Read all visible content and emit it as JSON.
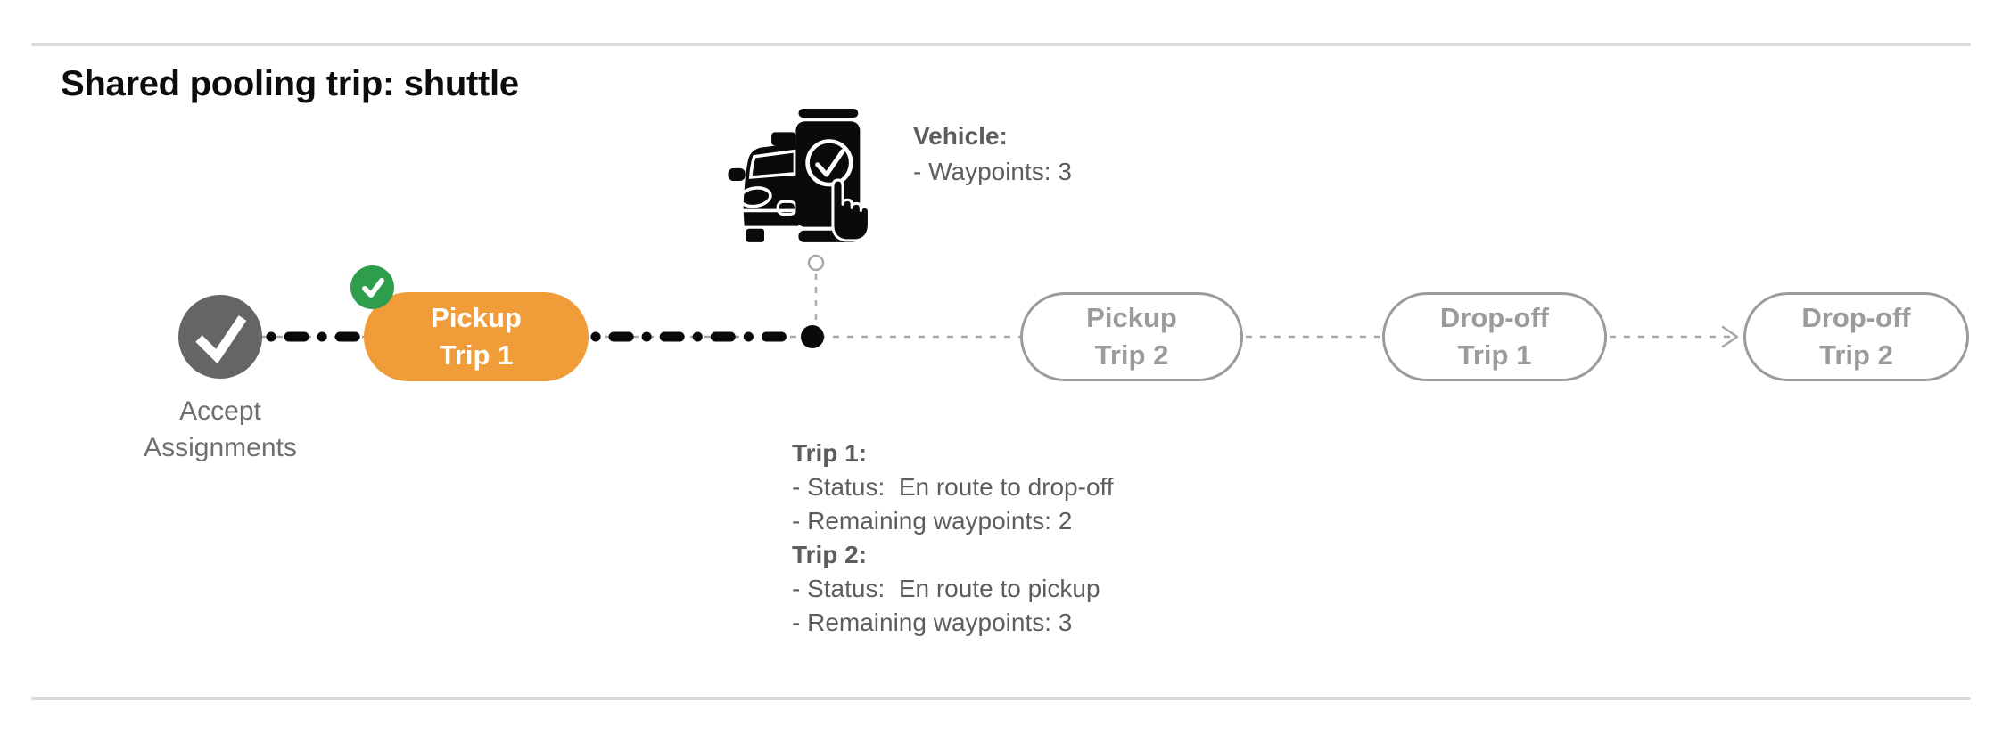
{
  "header": {
    "title": "Shared pooling trip: shuttle"
  },
  "colors": {
    "accent_orange": "#F09C38",
    "success_green": "#2E9E4D",
    "node_gray": "#656565",
    "pill_border_gray": "#9B9B9B",
    "text_gray": "#5B5D5F",
    "label_gray": "#6F6F6F",
    "connector_gray": "#A8A8A8",
    "line_black": "#0A0A0A"
  },
  "timeline": {
    "accept": {
      "label_line1": "Accept",
      "label_line2": "Assignments"
    },
    "stops": [
      {
        "id": "pickup-trip-1",
        "line1": "Pickup",
        "line2": "Trip 1",
        "state": "completed-active"
      },
      {
        "id": "pickup-trip-2",
        "line1": "Pickup",
        "line2": "Trip 2",
        "state": "pending"
      },
      {
        "id": "dropoff-trip-1",
        "line1": "Drop-off",
        "line2": "Trip 1",
        "state": "pending"
      },
      {
        "id": "dropoff-trip-2",
        "line1": "Drop-off",
        "line2": "Trip 2",
        "state": "pending"
      }
    ],
    "icons": {
      "accept_icon": "checkmark-circle",
      "done_badge_icon": "checkmark-circle",
      "vehicle_icon": "car-with-phone-check",
      "position_marker": "filled-dot",
      "arrow": "arrow-right"
    }
  },
  "vehicle_info": {
    "heading": "Vehicle:",
    "waypoints_line": "- Waypoints: 3"
  },
  "trip_status": {
    "trip1": {
      "heading": "Trip 1:",
      "status_line": "- Status:  En route to drop-off",
      "remaining_line": "- Remaining waypoints: 2"
    },
    "trip2": {
      "heading": "Trip 2:",
      "status_line": "- Status:  En route to pickup",
      "remaining_line": "- Remaining waypoints: 3"
    }
  }
}
